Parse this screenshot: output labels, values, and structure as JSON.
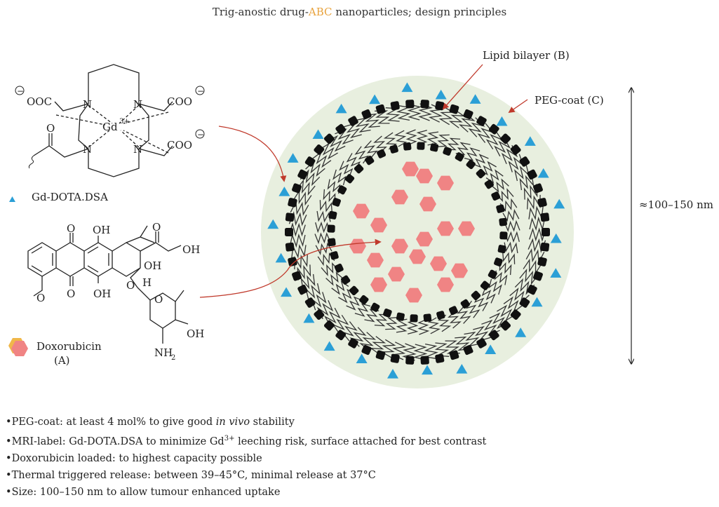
{
  "title": {
    "prefix": "Trig-anostic drug-",
    "highlight": "ABC",
    "suffix": " nanoparticles; design principles"
  },
  "labels": {
    "lipid_bilayer": "Lipid bilayer (B)",
    "peg_coat": "PEG-coat (C)",
    "size": "≈100–150 nm",
    "gd_legend": "Gd-DOTA.DSA",
    "dox_legend_1": "Doxorubicin",
    "dox_legend_2": "(A)"
  },
  "chem_gd": {
    "n": "N",
    "gd": "Gd",
    "gd_charge": "3+",
    "ooc": "OOC",
    "coo": "COO",
    "o": "O",
    "minus": "−"
  },
  "chem_dox": {
    "o": "O",
    "oh": "OH",
    "h": "H",
    "nh": "NH",
    "sub2": "2"
  },
  "bullets": [
    {
      "text": "PEG-coat: at least 4 mol% to give good ",
      "italic": "in vivo",
      "tail": " stability"
    },
    {
      "text": "MRI-label: Gd-DOTA.DSA to minimize Gd",
      "sup": "3+",
      "tail": " leeching risk, surface attached for best contrast"
    },
    {
      "text": "Doxorubicin loaded: to highest capacity possible",
      "italic": "",
      "tail": ""
    },
    {
      "text": "Thermal triggered release: between 39–45°C, minimal release at 37°C",
      "italic": "",
      "tail": ""
    },
    {
      "text": "Size: 100–150 nm to allow tumour enhanced uptake",
      "italic": "",
      "tail": ""
    }
  ],
  "colors": {
    "peg": "#e8efdf",
    "triangle": "#2b9fd6",
    "hexagon": "#f08484",
    "hexagon_outline": "#f0b74a",
    "arrow": "#c0392b",
    "lipid_head": "#111111"
  },
  "icons": [
    "gd-triangle-icon",
    "doxorubicin-hexagon-icon"
  ]
}
